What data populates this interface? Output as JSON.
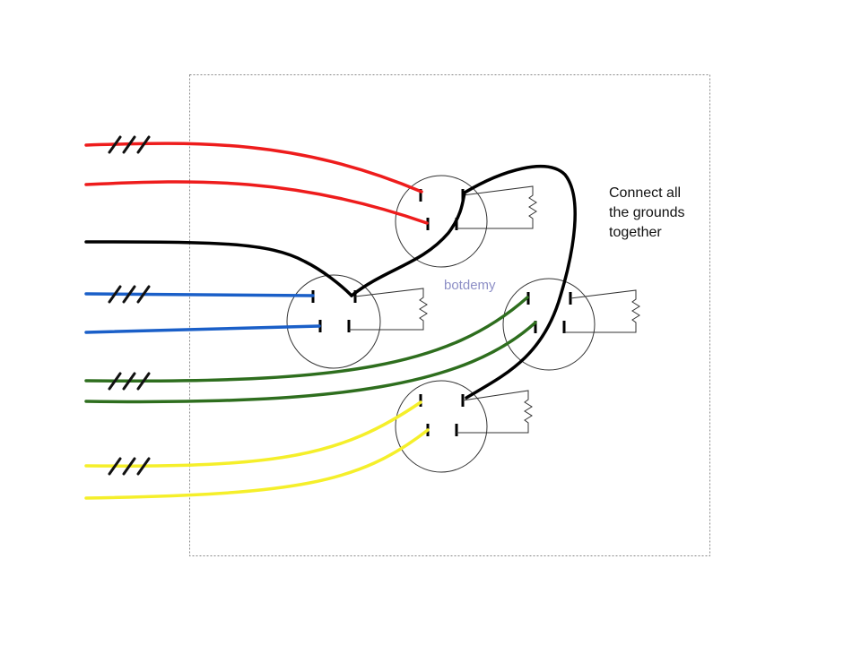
{
  "annotation": {
    "text": "Connect all\nthe grounds\ntogether"
  },
  "watermark": {
    "text": "botdemy"
  },
  "colors": {
    "hot_red": "#ee1c1c",
    "hot_blue": "#1a5fc8",
    "hot_green": "#2e6e1e",
    "hot_yellow": "#f5ef2a",
    "ground_black": "#000000",
    "box_border": "#888888",
    "outline": "#333333",
    "watermark": "#8d8fc6"
  },
  "receptacles": [
    {
      "id": "receptacle-top"
    },
    {
      "id": "receptacle-left"
    },
    {
      "id": "receptacle-right"
    },
    {
      "id": "receptacle-bottom"
    }
  ],
  "cables": [
    {
      "id": "red-cable",
      "color": "#ee1c1c",
      "triple_slash": true
    },
    {
      "id": "black-cable",
      "color": "#000000",
      "triple_slash": false
    },
    {
      "id": "blue-cable",
      "color": "#1a5fc8",
      "triple_slash": true
    },
    {
      "id": "green-cable",
      "color": "#2e6e1e",
      "triple_slash": true
    },
    {
      "id": "yellow-cable",
      "color": "#f5ef2a",
      "triple_slash": true
    }
  ]
}
